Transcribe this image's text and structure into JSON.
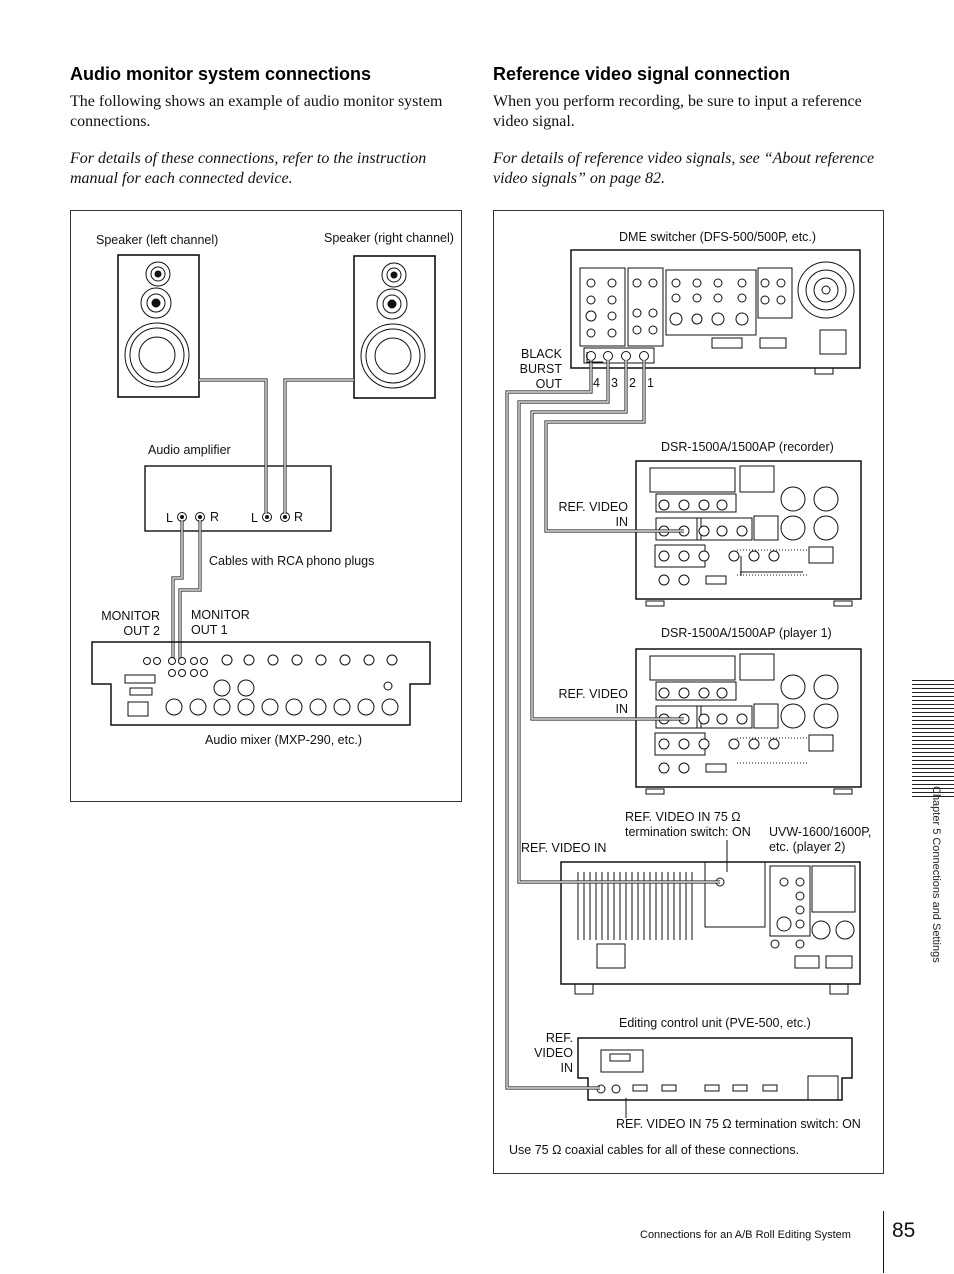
{
  "left": {
    "heading": "Audio monitor system connections",
    "intro": "The following shows an example of audio monitor system connections.",
    "note": "For details of these connections, refer to the instruction manual for each connected device.",
    "diagram": {
      "speaker_left": "Speaker (left channel)",
      "speaker_right": "Speaker (right channel)",
      "amplifier": "Audio amplifier",
      "l": "L",
      "r": "R",
      "cables": "Cables with RCA phono plugs",
      "monitor_out2": [
        "MONITOR",
        "OUT 2"
      ],
      "monitor_out1": [
        "MONITOR",
        "OUT 1"
      ],
      "mixer": "Audio mixer (MXP-290, etc.)"
    }
  },
  "right": {
    "heading": "Reference video signal connection",
    "intro": "When you perform recording, be sure to input a reference video signal.",
    "note": "For details of reference video signals, see “About reference video signals” on page 82.",
    "diagram": {
      "dme": "DME switcher (DFS-500/500P, etc.)",
      "black_burst": [
        "BLACK",
        "BURST",
        "OUT"
      ],
      "ports": [
        "4",
        "3",
        "2",
        "1"
      ],
      "recorder": "DSR-1500A/1500AP (recorder)",
      "ref_video_in": [
        "REF. VIDEO",
        "IN"
      ],
      "player1": "DSR-1500A/1500AP (player 1)",
      "ref_video_in_2": [
        "REF. VIDEO",
        "IN"
      ],
      "term_switch_top": [
        "REF. VIDEO IN 75 Ω",
        "termination switch: ON"
      ],
      "uvw": [
        "UVW-1600/1600P,",
        "etc. (player 2)"
      ],
      "ref_video_in_3": "REF. VIDEO IN",
      "editing": "Editing control unit (PVE-500, etc.)",
      "ref_video_in_4": [
        "REF.",
        "VIDEO",
        "IN"
      ],
      "term_switch_bottom": "REF. VIDEO IN 75 Ω termination switch: ON",
      "coax_note": "Use 75 Ω coaxial cables for all of these connections."
    }
  },
  "sidebar": {
    "chapter": "Chapter 5   Connections and Settings"
  },
  "footer": {
    "section": "Connections for an A/B Roll Editing System",
    "page": "85"
  }
}
